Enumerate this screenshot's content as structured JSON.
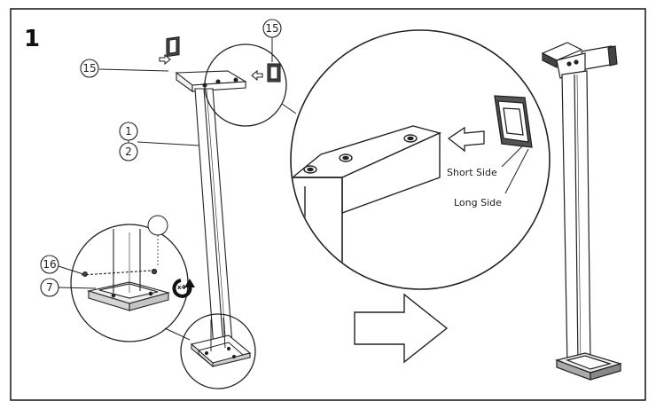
{
  "step_number": "1",
  "callouts": {
    "cap_left": "15",
    "cap_right": "15",
    "post_a": "1",
    "post_b": "2",
    "screw": "16",
    "base": "7"
  },
  "labels": {
    "short_side": "Short Side",
    "long_side": "Long Side",
    "count_mark": "x4"
  },
  "icons": {
    "rotate": "rotate-clockwise-icon",
    "next": "right-arrow-icon"
  }
}
